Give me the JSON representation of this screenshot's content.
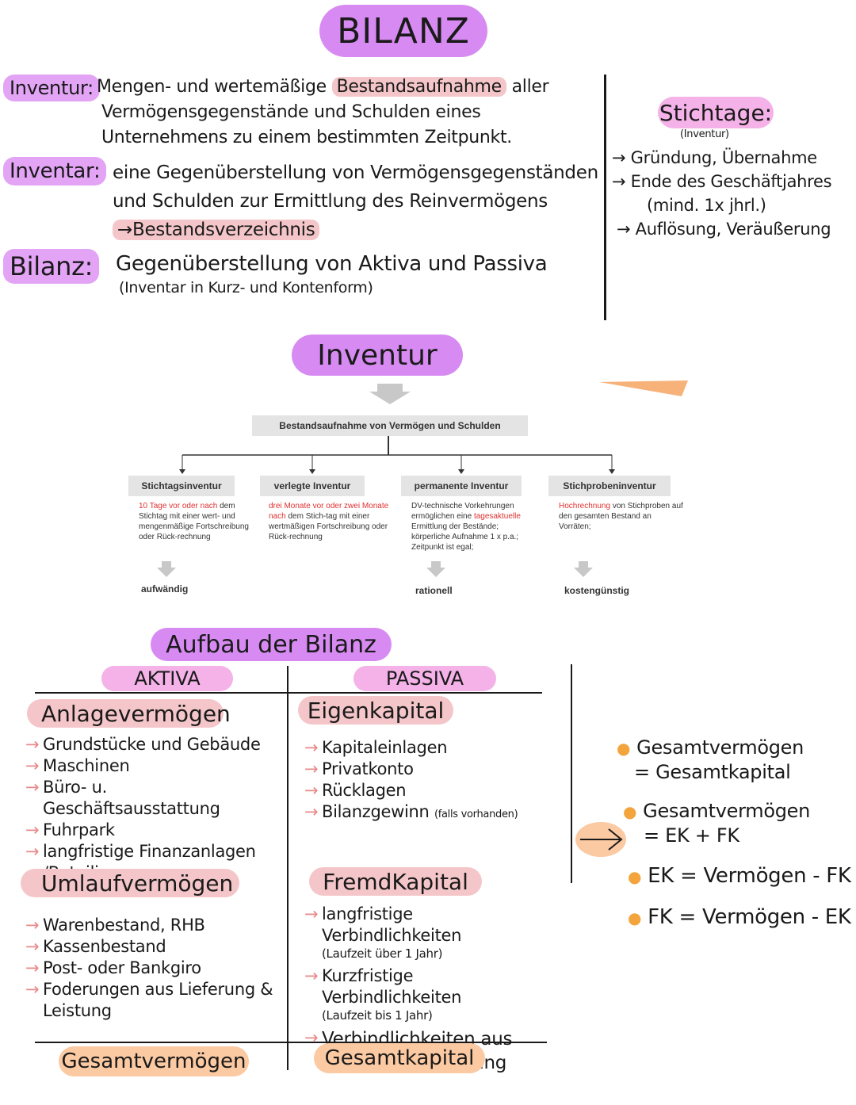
{
  "title": "BILANZ",
  "definitions": [
    {
      "term": "Inventur:",
      "text_lines": [
        "Mengen- und wertemäßige",
        "Bestandsaufnahme",
        "aller",
        "Vermögensgegenstände und Schulden eines",
        "Unternehmens zu einem bestimmten Zeitpunkt."
      ]
    },
    {
      "term": "Inventar:",
      "text_lines": [
        "eine Gegenüberstellung von Vermögensgegenständen",
        "und Schulden zur Ermittlung des Reinvermögens",
        "→Bestandsverzeichnis"
      ]
    },
    {
      "term": "Bilanz:",
      "text_lines": [
        "Gegenüberstellung von Aktiva und Passiva",
        "(Inventar in Kurz- und Kontenform)"
      ]
    }
  ],
  "stichtage": {
    "title": "Stichtage:",
    "subtitle": "(Inventur)",
    "items": [
      "→ Gründung, Übernahme",
      "→ Ende des Geschäftjahres",
      "(mind. 1x jhrl.)",
      "→ Auflösung, Veräußerung"
    ]
  },
  "inventur_heading": "Inventur",
  "diagram": {
    "root": "Bestandsaufnahme von Vermögen und Schulden",
    "types": [
      {
        "label": "Stichtagsinventur",
        "desc_red": "10 Tage vor oder nach",
        "desc": "dem Stichtag mit einer wert- und mengenmäßige Fortschreibung oder Rück-rechnung",
        "result": "aufwändig"
      },
      {
        "label": "verlegte Inventur",
        "desc_red": "drei Monate vor oder zwei Monate nach",
        "desc": "dem Stich-tag mit einer wertmäßigen Fortschreibung oder Rück-rechnung",
        "result": ""
      },
      {
        "label": "permanente Inventur",
        "desc_pre": "DV-technische Vorkehrungen ermöglichen eine",
        "desc_red": "tagesaktuelle",
        "desc": "Ermittlung der Bestände; körperliche Aufnahme 1 x p.a.; Zeitpunkt ist egal;",
        "result": "rationell"
      },
      {
        "label": "Stichprobeninventur",
        "desc_red": "Hochrechnung",
        "desc": "von Stichproben auf den gesamten Bestand an Vorräten;",
        "result": "kostengünstig"
      }
    ]
  },
  "aufbau_heading": "Aufbau der Bilanz",
  "aktiva": {
    "label": "AKTIVA",
    "anlage_title": "Anlagevermögen",
    "anlage_items": [
      "Grundstücke und Gebäude",
      "Maschinen",
      "Büro- u. Geschäftsausstattung",
      "Fuhrpark",
      "langfristige Finanzanlagen /Beteiligungen"
    ],
    "umlauf_title": "Umlaufvermögen",
    "umlauf_items": [
      "Warenbestand, RHB",
      "Kassenbestand",
      "Post- oder Bankgiro",
      "Foderungen aus Lieferung & Leistung"
    ],
    "total": "Gesamtvermögen"
  },
  "passiva": {
    "label": "PASSIVA",
    "eigen_title": "Eigenkapital",
    "eigen_items": [
      "Kapitaleinlagen",
      "Privatkonto",
      "Rücklagen",
      "Bilanzgewinn"
    ],
    "eigen_note": "(falls vorhanden)",
    "fremd_title": "FremdKapital",
    "fremd_items": [
      {
        "main": "langfristige Verbindlichkeiten",
        "sub": "(Laufzeit über 1 Jahr)"
      },
      {
        "main": "Kurzfristige Verbindlichkeiten",
        "sub": "(Laufzeit bis 1 Jahr)"
      },
      {
        "main": "Verbindlichkeiten aus",
        "sub": "Lieferung & Leistung"
      }
    ],
    "total": "Gesamtkapital"
  },
  "formulas": [
    {
      "line1": "Gesamtvermögen",
      "line2": "= Gesamtkapital"
    },
    {
      "line1": "Gesamtvermögen",
      "line2": "= EK + FK"
    },
    {
      "line1": "EK = Vermögen - FK",
      "line2": ""
    },
    {
      "line1": "FK = Vermögen - EK",
      "line2": ""
    }
  ],
  "colors": {
    "purple": "#d78bf2",
    "pink": "#f4b2e8",
    "rose": "#f4c6c9",
    "peach": "#fbc9a2",
    "orange_bullet": "#f3a43c",
    "diagram_red": "#e03030"
  }
}
